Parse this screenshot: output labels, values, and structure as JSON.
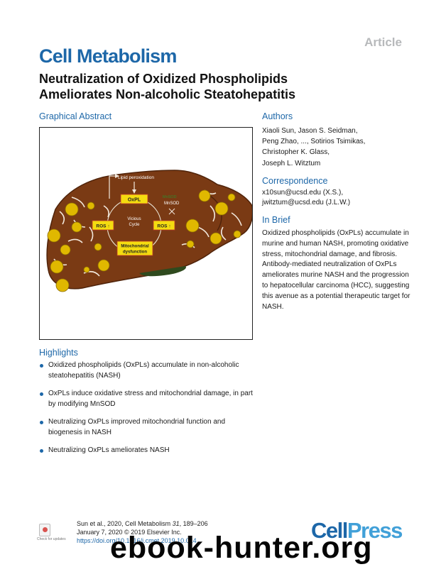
{
  "header": {
    "article_label": "Article",
    "journal": "Cell Metabolism",
    "title_line1": "Neutralization of Oxidized Phospholipids",
    "title_line2": "Ameliorates Non-alcoholic Steatohepatitis"
  },
  "graphical_abstract": {
    "heading": "Graphical Abstract",
    "labels": {
      "lipid_peroxidation": "Lipid peroxidation",
      "oxpl": "OxPL",
      "mnsod_strike": "MnSOD",
      "mnsod": "MnSOD",
      "ros_left": "ROS ↑",
      "ros_right": "ROS ↑",
      "vicious": "Vicious",
      "cycle": "Cycle",
      "mito_line1": "Mitochondrial",
      "mito_line2": "dysfunction"
    },
    "colors": {
      "liver": "#7a3a14",
      "droplet": "#e0b800",
      "label_fill": "#f4dc10",
      "label_border": "#c0392b"
    }
  },
  "authors": {
    "heading": "Authors",
    "lines": [
      "Xiaoli Sun, Jason S. Seidman,",
      "Peng Zhao, ..., Sotirios Tsimikas,",
      "Christopher K. Glass,",
      "Joseph L. Witztum"
    ]
  },
  "correspondence": {
    "heading": "Correspondence",
    "lines": [
      "x10sun@ucsd.edu (X.S.),",
      "jwitztum@ucsd.edu (J.L.W.)"
    ]
  },
  "in_brief": {
    "heading": "In Brief",
    "text": "Oxidized phospholipids (OxPLs) accumulate in murine and human NASH, promoting oxidative stress, mitochondrial damage, and fibrosis. Antibody-mediated neutralization of OxPLs ameliorates murine NASH and the progression to hepatocellular carcinoma (HCC), suggesting this avenue as a potential therapeutic target for NASH."
  },
  "highlights": {
    "heading": "Highlights",
    "items": [
      "Oxidized phospholipids (OxPLs) accumulate in non-alcoholic steatohepatitis (NASH)",
      "OxPLs induce oxidative stress and mitochondrial damage, in part by modifying MnSOD",
      "Neutralizing OxPLs improved mitochondrial function and biogenesis in NASH",
      "Neutralizing OxPLs ameliorates NASH"
    ]
  },
  "footer": {
    "crossmark_label": "Check for updates",
    "citation_prefix": "Sun et al., 2020, Cell Metabolism ",
    "citation_volume": "31",
    "citation_pages": ", 189–206",
    "date_line": "January 7, 2020 © 2019 Elsevier Inc.",
    "doi": "https://doi.org/10.1016/j.cmet.2019.10.014",
    "logo_cell": "Cell",
    "logo_press": "Press"
  },
  "watermark": "ebook-hunter.org"
}
